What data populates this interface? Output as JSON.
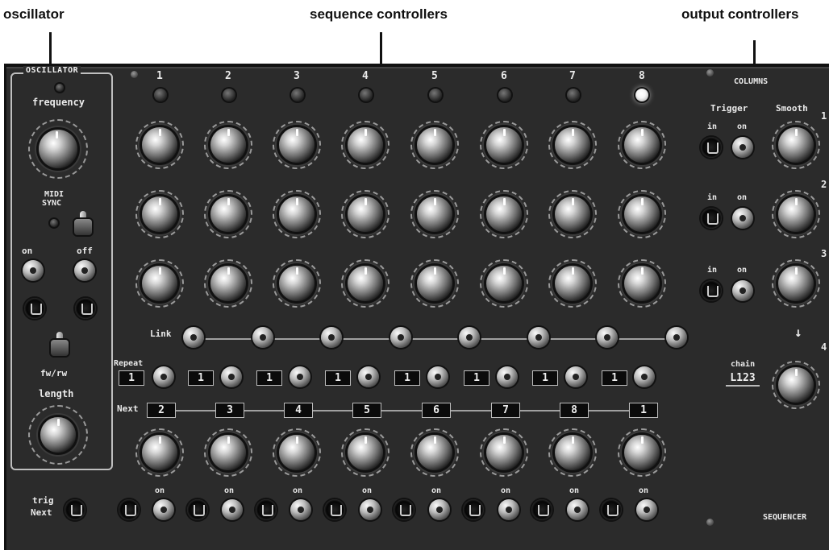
{
  "callouts": {
    "oscillator": "oscillator",
    "sequence": "sequence controllers",
    "output": "output controllers"
  },
  "oscillator": {
    "title": "OSCILLATOR",
    "frequency_label": "frequency",
    "midi_sync_label_1": "MIDI",
    "midi_sync_label_2": "SYNC",
    "on_label": "on",
    "off_label": "off",
    "direction_label": "fw/rw",
    "length_label": "length"
  },
  "sequence": {
    "steps": [
      "1",
      "2",
      "3",
      "4",
      "5",
      "6",
      "7",
      "8"
    ],
    "active_step": 8,
    "link_label": "Link",
    "repeat_label": "Repeat",
    "repeat_values": [
      "1",
      "1",
      "1",
      "1",
      "1",
      "1",
      "1",
      "1"
    ],
    "next_label": "Next",
    "next_values": [
      "2",
      "3",
      "4",
      "5",
      "6",
      "7",
      "8",
      "1"
    ],
    "on_label": "on",
    "trig_label": "trig",
    "trig_next_label": "Next"
  },
  "output": {
    "columns_label": "COLUMNS",
    "trigger_label": "Trigger",
    "smooth_label": "Smooth",
    "in_label": "in",
    "on_label": "on",
    "row_numbers": [
      "1",
      "2",
      "3",
      "4"
    ],
    "chain_label": "chain",
    "chain_value": "L123",
    "arrow": "↓",
    "sequencer_label": "SEQUENCER"
  },
  "colors": {
    "panel": "#2b2b2b",
    "text": "#eaeaea",
    "led_lit": "#ffffff"
  }
}
